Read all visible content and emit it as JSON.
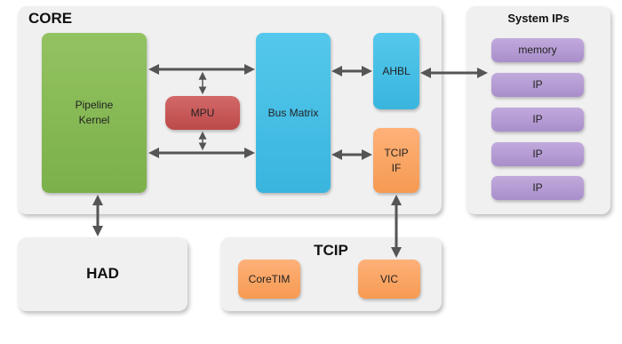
{
  "core": {
    "title": "CORE",
    "pipeline": "Pipeline\nKernel",
    "mpu": "MPU",
    "bus_matrix": "Bus Matrix",
    "ahbl": "AHBL",
    "tcip_if": "TCIP\nIF"
  },
  "system_ips": {
    "title": "System IPs",
    "items": [
      "memory",
      "IP",
      "IP",
      "IP",
      "IP"
    ]
  },
  "had": {
    "title": "HAD"
  },
  "tcip": {
    "title": "TCIP",
    "coretim": "CoreTIM",
    "vic": "VIC"
  },
  "colors": {
    "pipeline": "#85b955",
    "bus_matrix": "#45bee5",
    "mpu": "#c75858",
    "orange_blocks": "#fba764",
    "system_ip_items": "#b49cd3",
    "panel": "#f0f0f0",
    "arrow": "#555555"
  }
}
